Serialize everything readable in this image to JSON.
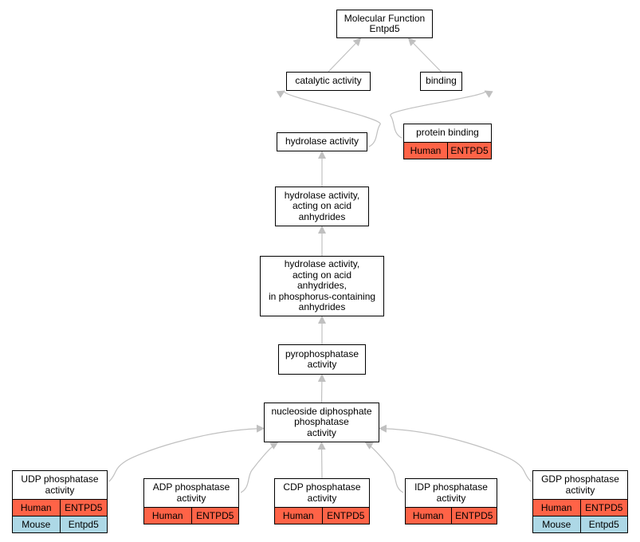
{
  "colors": {
    "edge": "#c0c0c0",
    "human": "#ff6347",
    "mouse": "#add8e6"
  },
  "nodes": {
    "mf_root": {
      "label": "Molecular Function\nEntpd5",
      "annotations": []
    },
    "catalytic_activity": {
      "label": "catalytic activity",
      "annotations": []
    },
    "binding": {
      "label": "binding",
      "annotations": []
    },
    "protein_binding": {
      "label": "protein binding",
      "annotations": [
        {
          "species": "Human",
          "gene": "ENTPD5",
          "color": "#ff6347"
        }
      ]
    },
    "hydrolase_activity": {
      "label": "hydrolase activity",
      "annotations": []
    },
    "hydrolase_acid_anhydrides": {
      "label": "hydrolase activity,\nacting on acid\nanhydrides",
      "annotations": []
    },
    "hydrolase_phosphorus": {
      "label": "hydrolase activity,\nacting on acid\nanhydrides,\nin phosphorus-containing\nanhydrides",
      "annotations": []
    },
    "pyrophosphatase": {
      "label": "pyrophosphatase\nactivity",
      "annotations": []
    },
    "ndp_phosphatase": {
      "label": "nucleoside diphosphate\nphosphatase\nactivity",
      "annotations": []
    },
    "udp_phosphatase": {
      "label": "UDP phosphatase\nactivity",
      "annotations": [
        {
          "species": "Human",
          "gene": "ENTPD5",
          "color": "#ff6347"
        },
        {
          "species": "Mouse",
          "gene": "Entpd5",
          "color": "#add8e6"
        }
      ]
    },
    "adp_phosphatase": {
      "label": "ADP phosphatase\nactivity",
      "annotations": [
        {
          "species": "Human",
          "gene": "ENTPD5",
          "color": "#ff6347"
        }
      ]
    },
    "cdp_phosphatase": {
      "label": "CDP phosphatase\nactivity",
      "annotations": [
        {
          "species": "Human",
          "gene": "ENTPD5",
          "color": "#ff6347"
        }
      ]
    },
    "idp_phosphatase": {
      "label": "IDP phosphatase\nactivity",
      "annotations": [
        {
          "species": "Human",
          "gene": "ENTPD5",
          "color": "#ff6347"
        }
      ]
    },
    "gdp_phosphatase": {
      "label": "GDP phosphatase\nactivity",
      "annotations": [
        {
          "species": "Human",
          "gene": "ENTPD5",
          "color": "#ff6347"
        },
        {
          "species": "Mouse",
          "gene": "Entpd5",
          "color": "#add8e6"
        }
      ]
    }
  },
  "edges": [
    {
      "from": "catalytic_activity",
      "to": "mf_root"
    },
    {
      "from": "binding",
      "to": "mf_root"
    },
    {
      "from": "hydrolase_activity",
      "to": "catalytic_activity"
    },
    {
      "from": "protein_binding",
      "to": "binding"
    },
    {
      "from": "hydrolase_acid_anhydrides",
      "to": "hydrolase_activity"
    },
    {
      "from": "hydrolase_phosphorus",
      "to": "hydrolase_acid_anhydrides"
    },
    {
      "from": "pyrophosphatase",
      "to": "hydrolase_phosphorus"
    },
    {
      "from": "ndp_phosphatase",
      "to": "pyrophosphatase"
    },
    {
      "from": "udp_phosphatase",
      "to": "ndp_phosphatase"
    },
    {
      "from": "adp_phosphatase",
      "to": "ndp_phosphatase"
    },
    {
      "from": "cdp_phosphatase",
      "to": "ndp_phosphatase"
    },
    {
      "from": "idp_phosphatase",
      "to": "ndp_phosphatase"
    },
    {
      "from": "gdp_phosphatase",
      "to": "ndp_phosphatase"
    }
  ]
}
